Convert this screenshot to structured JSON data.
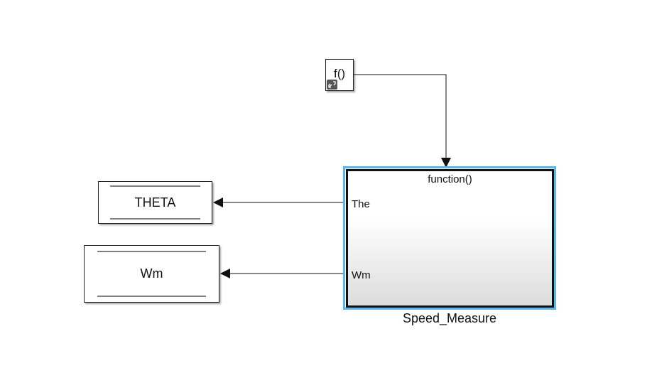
{
  "diagram": {
    "blocks": {
      "trigger": {
        "label": "f()",
        "icon": "link-icon"
      },
      "subsystem": {
        "title": "function()",
        "name": "Speed_Measure",
        "outports": [
          "The",
          "Wm"
        ],
        "highlight_color": "#5bb4ea"
      },
      "goto_theta": {
        "label": "THETA"
      },
      "goto_wm": {
        "label": "Wm"
      }
    },
    "signals": [
      {
        "from": "trigger",
        "to": "subsystem.trigger"
      },
      {
        "from": "subsystem.The",
        "to": "goto_theta"
      },
      {
        "from": "subsystem.Wm",
        "to": "goto_wm"
      }
    ]
  }
}
